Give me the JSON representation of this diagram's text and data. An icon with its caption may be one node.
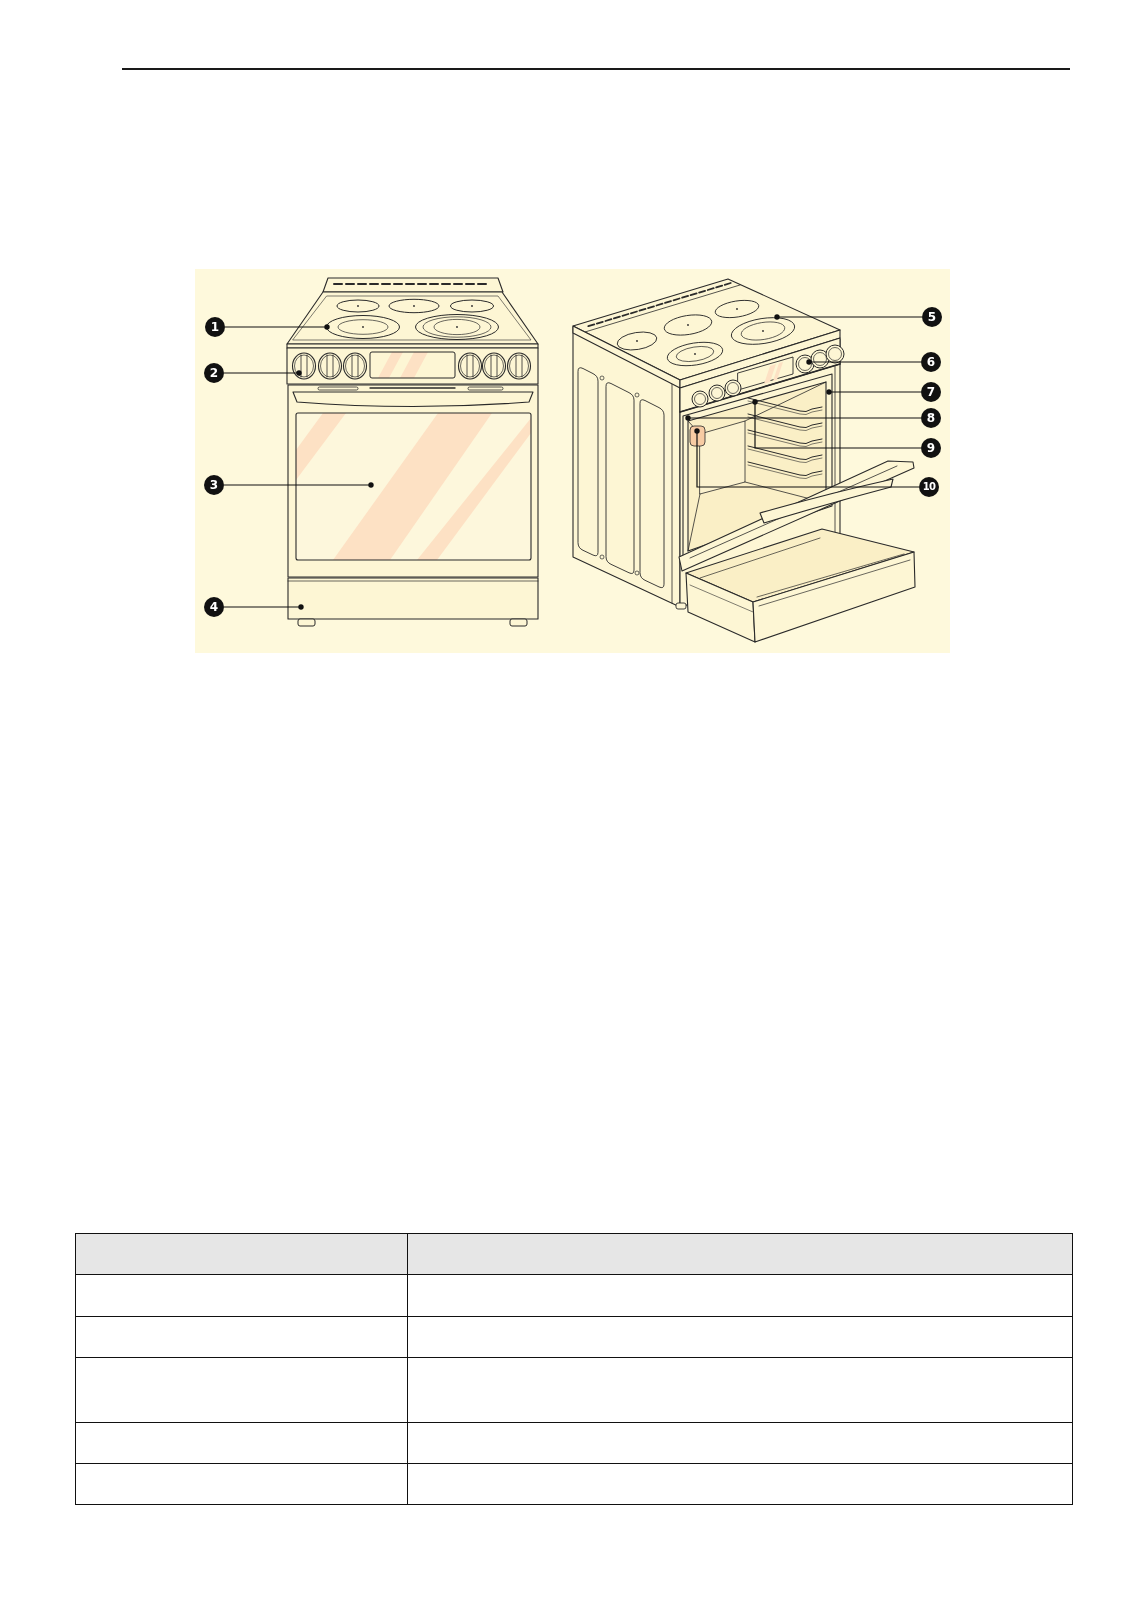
{
  "diagram": {
    "nodes": [
      {
        "text": [
          "1"
        ]
      },
      {
        "text": [
          "2"
        ]
      },
      {
        "text": [
          "3"
        ]
      },
      {
        "text": [
          "4"
        ]
      },
      {
        "text": [
          "5"
        ]
      },
      {
        "text": [
          "6"
        ]
      },
      {
        "text": [
          "7"
        ]
      },
      {
        "text": [
          "8"
        ]
      },
      {
        "text": [
          "9"
        ]
      },
      {
        "text": [
          "10"
        ]
      }
    ],
    "edges": [
      {
        "from": 0,
        "to": null,
        "arrow": "other"
      },
      {
        "from": 1,
        "to": null,
        "arrow": "other"
      },
      {
        "from": 2,
        "to": null,
        "arrow": "other"
      },
      {
        "from": 3,
        "to": null,
        "arrow": "other"
      },
      {
        "from": 4,
        "to": null,
        "arrow": "other"
      },
      {
        "from": 5,
        "to": null,
        "arrow": "other"
      },
      {
        "from": 6,
        "to": null,
        "arrow": "other"
      },
      {
        "from": 7,
        "to": null,
        "arrow": "other"
      },
      {
        "from": 8,
        "to": null,
        "arrow": "other"
      },
      {
        "from": 9,
        "to": null,
        "arrow": "other"
      }
    ]
  }
}
